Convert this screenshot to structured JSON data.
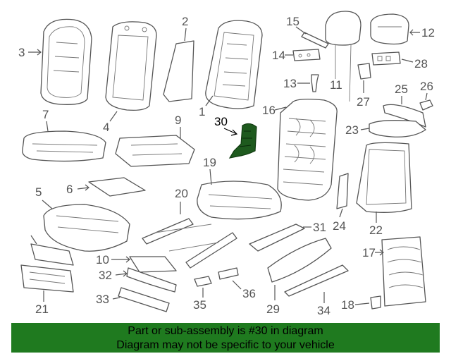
{
  "diagram": {
    "highlight_color": "#1e5a1e",
    "callouts": {
      "p1": "1",
      "p2": "2",
      "p3": "3",
      "p4": "4",
      "p5": "5",
      "p7": "7",
      "p9": "9",
      "p10": "10",
      "p11": "11",
      "p12": "12",
      "p13": "13",
      "p14": "14",
      "p15": "15",
      "p16": "16",
      "p17": "17",
      "p18": "18",
      "p19": "19",
      "p20": "20",
      "p21": "21",
      "p22": "22",
      "p23": "23",
      "p24": "24",
      "p25": "25",
      "p26": "26",
      "p27": "27",
      "p28": "28",
      "p29": "29",
      "p30": "30",
      "p31": "31",
      "p32": "32",
      "p33": "33",
      "p34": "34",
      "p35": "35",
      "p36": "36",
      "p6": "6"
    }
  },
  "banner": {
    "background": "#1f7a1f",
    "line1": "Part or sub-assembly is #30 in diagram",
    "line2": "Diagram may not be specific to your vehicle"
  }
}
